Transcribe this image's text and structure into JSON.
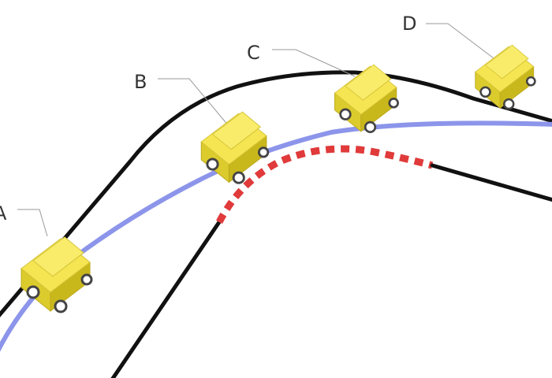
{
  "labels": {
    "a": "A",
    "b": "B",
    "c": "C",
    "d": "D"
  },
  "colors": {
    "road_edge": "#111111",
    "racing_line": "#8c95ea",
    "curb_red": "#e03a3a",
    "curb_white": "#ffffff",
    "car_top": "#f6e552",
    "car_side": "#dccb2d",
    "car_front": "#c9b81c",
    "wheel": "#444444",
    "leader": "#999999"
  },
  "icons": {
    "car": "car-icon"
  }
}
